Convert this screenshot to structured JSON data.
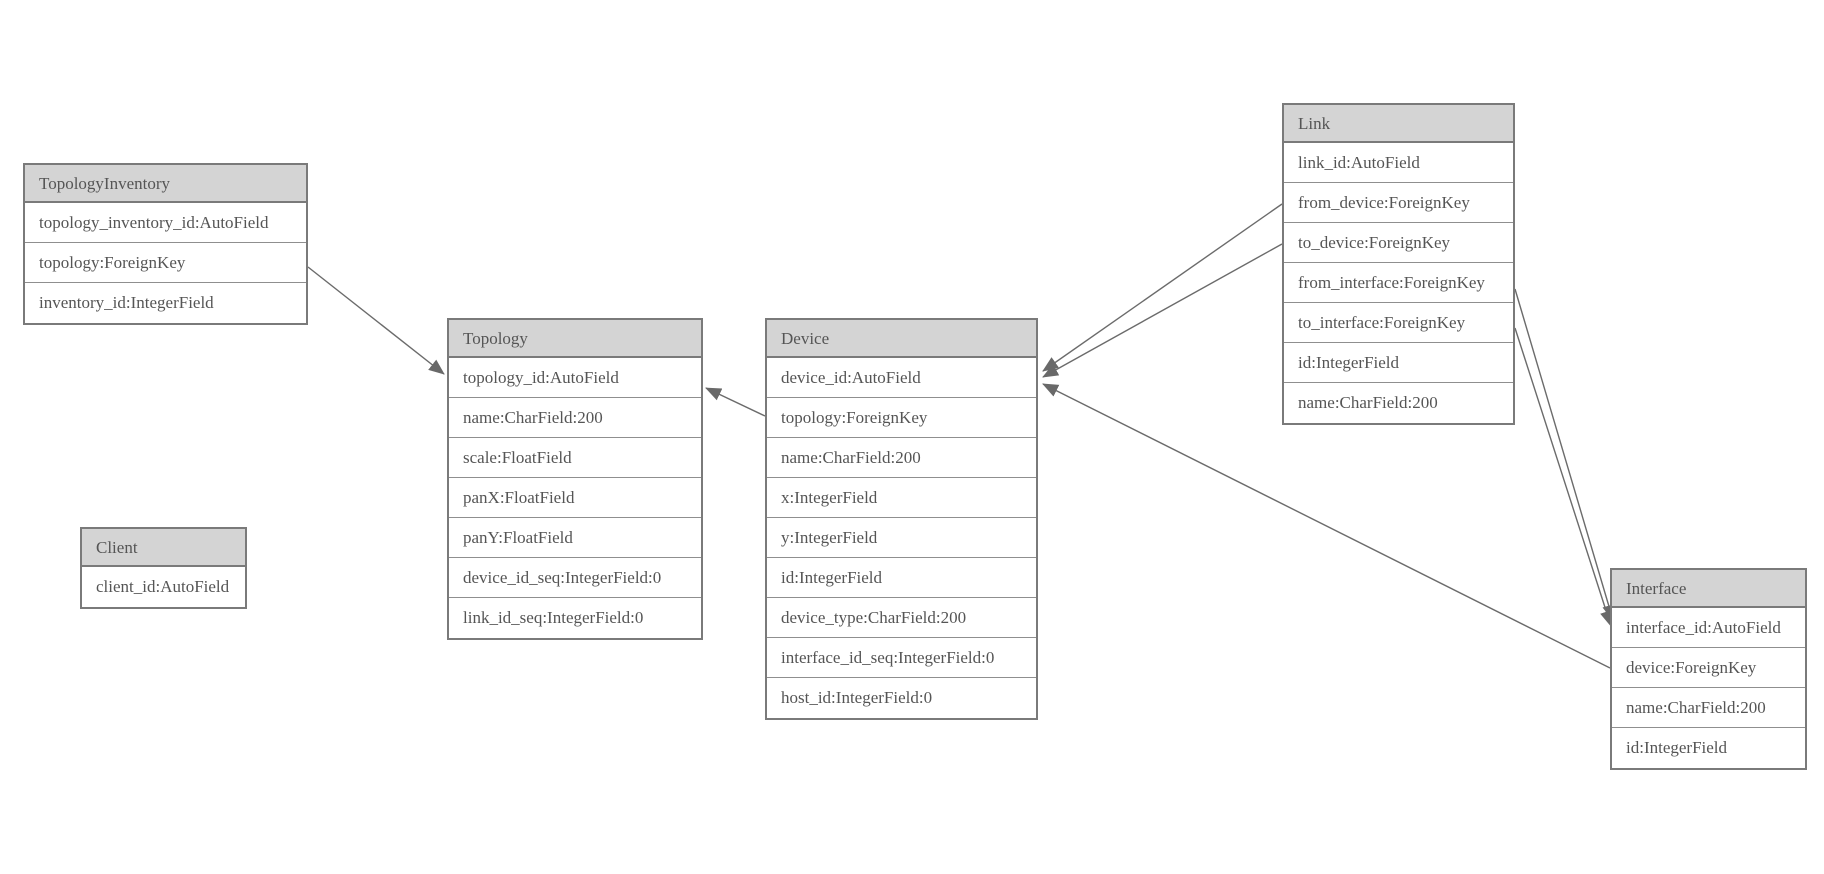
{
  "diagram": {
    "kind": "model-relationship-diagram",
    "background": "#ffffff"
  },
  "colors": {
    "entity_border": "#7a7a7a",
    "entity_header_fill": "#d4d4d4",
    "row_separator": "#8f8f8f",
    "text": "#555555",
    "edge_line": "#6b6b6b",
    "arrowhead_fill": "#696969"
  },
  "entities": {
    "topology_inventory": {
      "title": "TopologyInventory",
      "fields": [
        "topology_inventory_id:AutoField",
        "topology:ForeignKey",
        "inventory_id:IntegerField"
      ]
    },
    "topology": {
      "title": "Topology",
      "fields": [
        "topology_id:AutoField",
        "name:CharField:200",
        "scale:FloatField",
        "panX:FloatField",
        "panY:FloatField",
        "device_id_seq:IntegerField:0",
        "link_id_seq:IntegerField:0"
      ]
    },
    "client": {
      "title": "Client",
      "fields": [
        "client_id:AutoField"
      ]
    },
    "device": {
      "title": "Device",
      "fields": [
        "device_id:AutoField",
        "topology:ForeignKey",
        "name:CharField:200",
        "x:IntegerField",
        "y:IntegerField",
        "id:IntegerField",
        "device_type:CharField:200",
        "interface_id_seq:IntegerField:0",
        "host_id:IntegerField:0"
      ]
    },
    "link": {
      "title": "Link",
      "fields": [
        "link_id:AutoField",
        "from_device:ForeignKey",
        "to_device:ForeignKey",
        "from_interface:ForeignKey",
        "to_interface:ForeignKey",
        "id:IntegerField",
        "name:CharField:200"
      ]
    },
    "interface": {
      "title": "Interface",
      "fields": [
        "interface_id:AutoField",
        "device:ForeignKey",
        "name:CharField:200",
        "id:IntegerField"
      ]
    }
  },
  "relationships": [
    {
      "from": "TopologyInventory.topology",
      "to": "Topology"
    },
    {
      "from": "Device.topology",
      "to": "Topology"
    },
    {
      "from": "Link.from_device",
      "to": "Device"
    },
    {
      "from": "Link.to_device",
      "to": "Device"
    },
    {
      "from": "Interface.device",
      "to": "Device"
    },
    {
      "from": "Link.from_interface",
      "to": "Interface"
    },
    {
      "from": "Link.to_interface",
      "to": "Interface"
    }
  ]
}
